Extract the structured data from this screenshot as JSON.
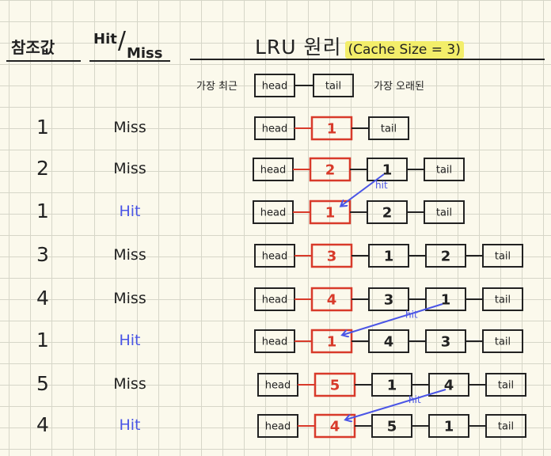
{
  "header": {
    "ref_label": "참조값",
    "hm_label_top": "Hit",
    "hm_label_bottom": "Miss",
    "title": "LRU 원리",
    "title_note": "(Cache Size = 3)"
  },
  "legend": {
    "recent_label": "가장 최근",
    "oldest_label": "가장 오래된",
    "head_label": "head",
    "tail_label": "tail",
    "hit_label": "hit"
  },
  "colors": {
    "hit_text": "#4a55e6",
    "new_node": "#d83a2a",
    "line": "#222222",
    "highlight": "#f3ee6a"
  },
  "rows": [
    {
      "ref": "1",
      "result": "Miss",
      "is_hit": false,
      "nodes": [
        "1"
      ]
    },
    {
      "ref": "2",
      "result": "Miss",
      "is_hit": false,
      "nodes": [
        "2",
        "1"
      ]
    },
    {
      "ref": "1",
      "result": "Hit",
      "is_hit": true,
      "nodes": [
        "1",
        "2"
      ],
      "moved_from": 2
    },
    {
      "ref": "3",
      "result": "Miss",
      "is_hit": false,
      "nodes": [
        "3",
        "1",
        "2"
      ]
    },
    {
      "ref": "4",
      "result": "Miss",
      "is_hit": false,
      "nodes": [
        "4",
        "3",
        "1"
      ]
    },
    {
      "ref": "1",
      "result": "Hit",
      "is_hit": true,
      "nodes": [
        "1",
        "4",
        "3"
      ],
      "moved_from": 3
    },
    {
      "ref": "5",
      "result": "Miss",
      "is_hit": false,
      "nodes": [
        "5",
        "1",
        "4"
      ]
    },
    {
      "ref": "4",
      "result": "Hit",
      "is_hit": true,
      "nodes": [
        "4",
        "5",
        "1"
      ],
      "moved_from": 3
    }
  ]
}
